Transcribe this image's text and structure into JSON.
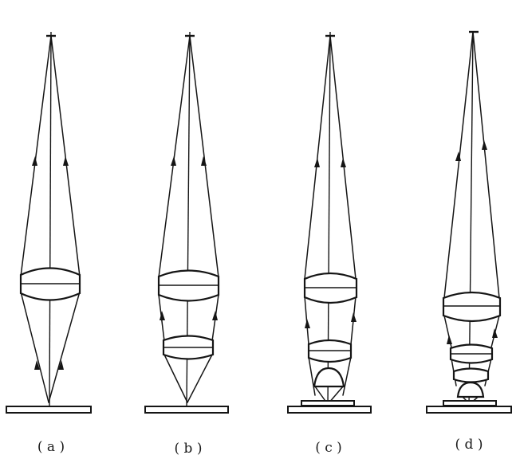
{
  "figure": {
    "panels": [
      {
        "id": "a",
        "label": "( a )",
        "objective_elements": 1
      },
      {
        "id": "b",
        "label": "( b )",
        "objective_elements": 2
      },
      {
        "id": "c",
        "label": "( c )",
        "objective_elements": 3
      },
      {
        "id": "d",
        "label": "( d )",
        "objective_elements": 4
      }
    ]
  },
  "colors": {
    "line": "#151515",
    "background": "#ffffff"
  }
}
